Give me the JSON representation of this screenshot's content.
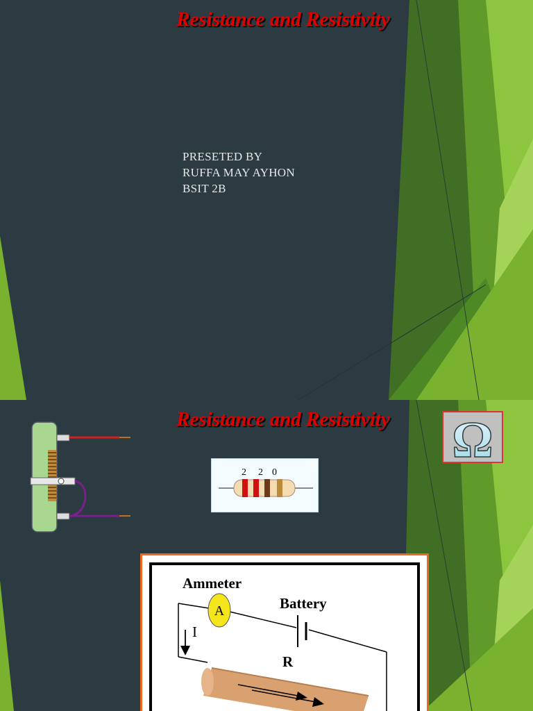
{
  "slide1": {
    "title": "Resistance and Resistivity",
    "presenter_lines": [
      "PRESETED BY",
      "RUFFA MAY AYHON",
      "BSIT 2B"
    ]
  },
  "slide2": {
    "title": "Resistance and Resistivity",
    "resistor_code_digits": [
      "2",
      "2",
      "0"
    ],
    "omega_symbol": "Ω",
    "circuit": {
      "ammeter_label": "Ammeter",
      "ammeter_symbol": "A",
      "battery_label": "Battery",
      "current_label": "I",
      "resistance_label": "R"
    }
  },
  "colors": {
    "background": "#2c3a42",
    "title_red": "#e00000",
    "accent_green": "#6aa82a",
    "frame_orange": "#ec6a1c"
  }
}
